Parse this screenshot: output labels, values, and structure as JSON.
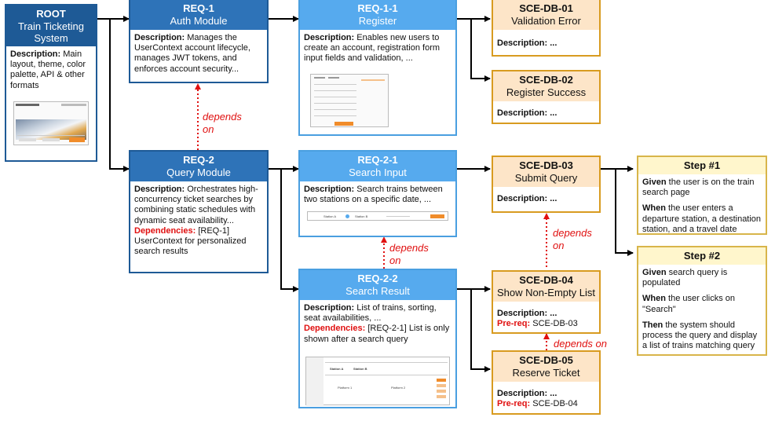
{
  "root": {
    "id": "ROOT",
    "name": "Train Ticketing System",
    "desc_label": "Description:",
    "desc_text": "Main layout, theme, color palette, API & other formats"
  },
  "req1": {
    "id": "REQ-1",
    "name": "Auth Module",
    "desc_label": "Description:",
    "desc_text": "Manages the UserContext  account lifecycle, manages JWT tokens, and enforces account security..."
  },
  "req11": {
    "id": "REQ-1-1",
    "name": "Register",
    "desc_label": "Description:",
    "desc_text": "Enables new users to create an account, registration form input fields and validation, ..."
  },
  "req2": {
    "id": "REQ-2",
    "name": "Query Module",
    "desc_label": "Description:",
    "desc_text": "Orchestrates high-concurrency ticket searches by combining static schedules with dynamic seat availability...",
    "dep_label": "Dependencies:",
    "dep_text": "[REQ-1] UserContext for personalized search results"
  },
  "req21": {
    "id": "REQ-2-1",
    "name": "Search Input",
    "desc_label": "Description:",
    "desc_text": "Search trains between two stations on a specific date, ...",
    "thumb_station_a": "Station A",
    "thumb_station_b": "Station B"
  },
  "req22": {
    "id": "REQ-2-2",
    "name": "Search Result",
    "desc_label": "Description:",
    "desc_text": "List of trains, sorting, seat availabilities, ...",
    "dep_label": "Dependencies:",
    "dep_text": "[REQ-2-1] List is only shown after a search query",
    "thumb_station_a": "Station A",
    "thumb_station_b": "Station B",
    "thumb_platform_1": "Platform 1",
    "thumb_platform_2": "Platform 2"
  },
  "sce01": {
    "id": "SCE-DB-01",
    "name": "Validation Error",
    "desc_label": "Description:",
    "desc_text": "..."
  },
  "sce02": {
    "id": "SCE-DB-02",
    "name": "Register Success",
    "desc_label": "Description:",
    "desc_text": "..."
  },
  "sce03": {
    "id": "SCE-DB-03",
    "name": "Submit Query",
    "desc_label": "Description:",
    "desc_text": "..."
  },
  "sce04": {
    "id": "SCE-DB-04",
    "name": "Show Non-Empty List",
    "desc_label": "Description:",
    "desc_text": "...",
    "prereq_label": "Pre-req:",
    "prereq_text": "SCE-DB-03"
  },
  "sce05": {
    "id": "SCE-DB-05",
    "name": "Reserve Ticket",
    "desc_label": "Description:",
    "desc_text": "...",
    "prereq_label": "Pre-req:",
    "prereq_text": "SCE-DB-04"
  },
  "step1": {
    "title": "Step #1",
    "given_kw": "Given",
    "given_text": "the user is on the train search page",
    "when_kw": "When",
    "when_text": "the user enters a departure station, a destination station, and a travel date"
  },
  "step2": {
    "title": "Step #2",
    "given_kw": "Given",
    "given_text": "search query is populated",
    "when_kw": "When",
    "when_text": "the user clicks on \"Search\"",
    "then_kw": "Then",
    "then_text": "the system should process the query and display a list of trains matching query"
  },
  "edges": {
    "dep_req2_req1": "depends on",
    "dep_req22_req21": "depends on",
    "dep_sce04_sce03": "depends on",
    "dep_sce05_sce04": "depends on"
  },
  "colors": {
    "root_blue": "#1e5a96",
    "req_blue": "#2e73b8",
    "sub_blue": "#56aaee",
    "scenario_fill": "#fde5c8",
    "scenario_border": "#d89b20",
    "step_fill": "#fff6cc",
    "dependency_red": "#e01010"
  }
}
